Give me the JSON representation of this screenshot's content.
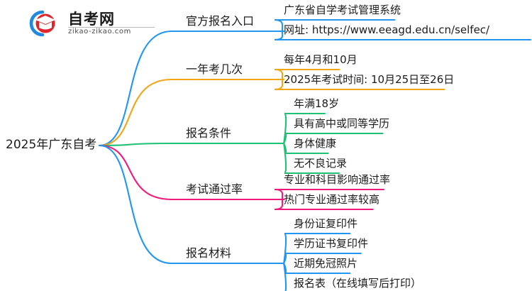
{
  "logo": {
    "brand_name": "自考网",
    "domain": "zikao-zikao.com",
    "mark_icon": "graduation-cap-icon",
    "arc_color": "#1f8ae0",
    "cap_color": "#e0242c"
  },
  "mindmap": {
    "type": "mindmap",
    "root": {
      "label": "2025年广东自考"
    },
    "branches": [
      {
        "label": "官方报名入口",
        "color": "#2196f3",
        "children": [
          "广东省自学考试管理系统",
          "网址: https://www.eeagd.edu.cn/selfec/"
        ]
      },
      {
        "label": "一年考几次",
        "color": "#f2a516",
        "children": [
          "每年4月和10月",
          "2025年考试时间: 10月25日至26日"
        ]
      },
      {
        "label": "报名条件",
        "color": "#1fc274",
        "children": [
          "年满18岁",
          "具有高中或同等学历",
          "身体健康",
          "无不良记录"
        ]
      },
      {
        "label": "考试通过率",
        "color": "#f0197c",
        "children": [
          "专业和科目影响通过率",
          "热门专业通过率较高"
        ]
      },
      {
        "label": "报名材料",
        "color": "#2196f3",
        "children": [
          "身份证复印件",
          "学历证书复印件",
          "近期免冠照片",
          "报名表（在线填写后打印）"
        ]
      }
    ]
  }
}
